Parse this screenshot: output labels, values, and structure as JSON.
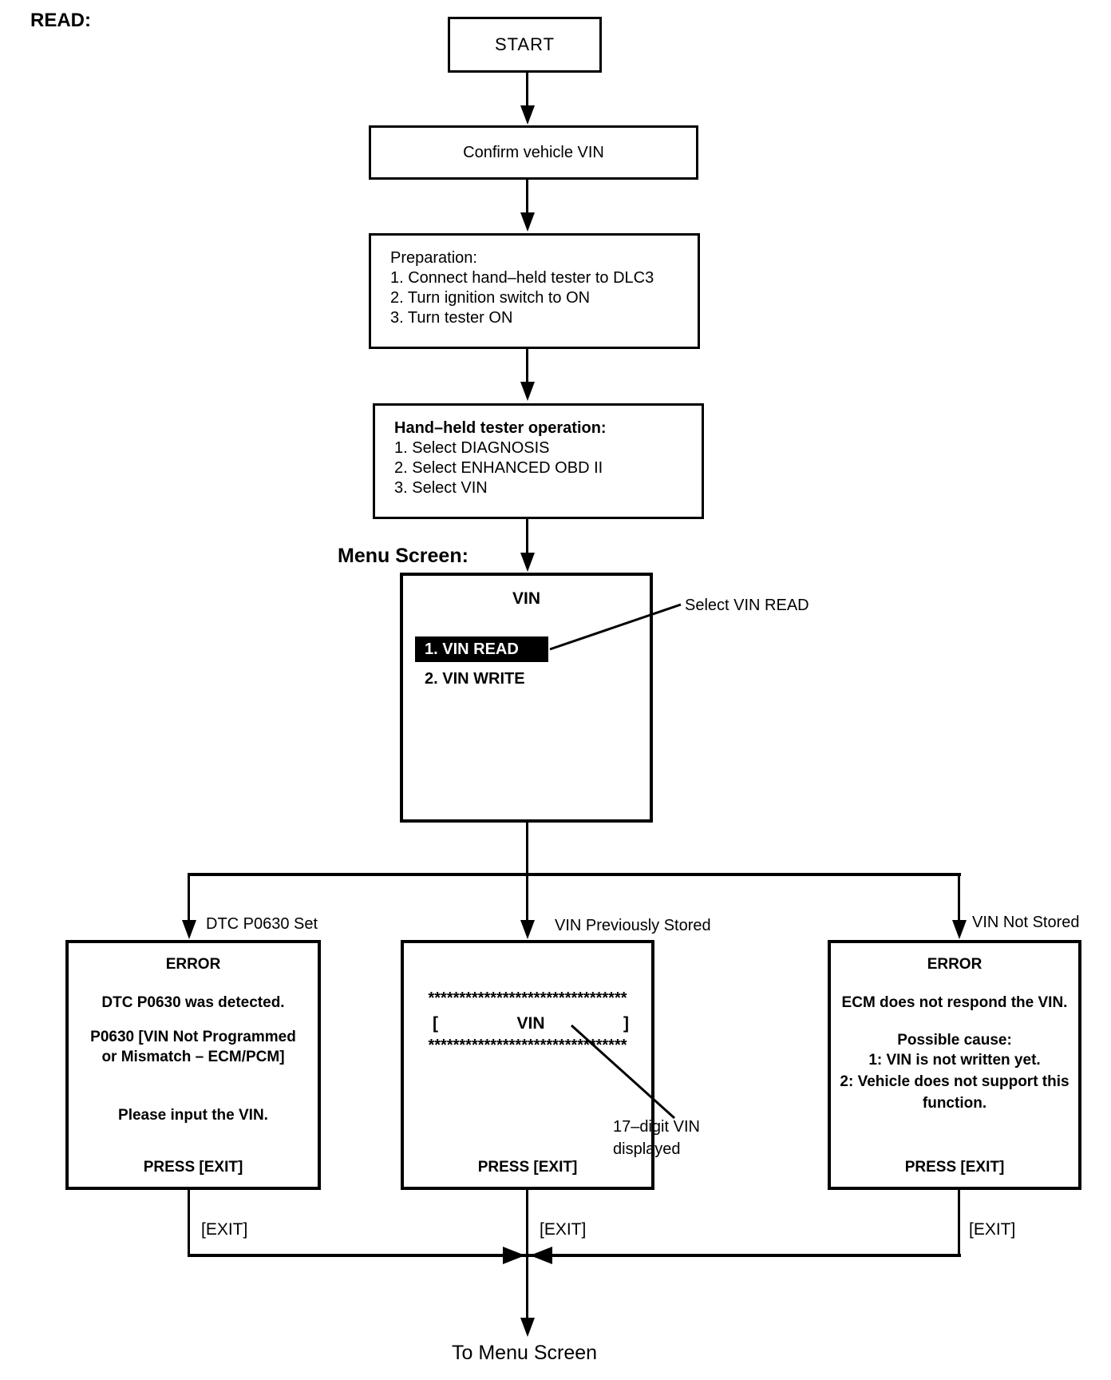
{
  "labels": {
    "read": "READ:",
    "menu_screen": "Menu Screen:",
    "select_vin_read": "Select VIN READ",
    "dtc_set": "DTC P0630 Set",
    "vin_prev_stored": "VIN Previously Stored",
    "vin_not_stored": "VIN Not Stored",
    "exit_left": "[EXIT]",
    "exit_center": "[EXIT]",
    "exit_right": "[EXIT]",
    "vin_annotation_1": "17–digit VIN",
    "vin_annotation_2": "displayed",
    "to_menu_screen": "To Menu Screen"
  },
  "boxes": {
    "start": "START",
    "confirm": "Confirm vehicle VIN",
    "preparation": {
      "title": "Preparation:",
      "items": [
        "1. Connect hand–held tester to DLC3",
        "2. Turn ignition switch to ON",
        "3. Turn tester ON"
      ]
    },
    "tester": {
      "title": "Hand–held tester operation:",
      "items": [
        "1. Select DIAGNOSIS",
        "2. Select ENHANCED OBD II",
        "3. Select VIN"
      ]
    },
    "menu": {
      "title": "VIN",
      "selected_item": "1. VIN READ",
      "item2": "2. VIN WRITE"
    },
    "error_dtc": {
      "title": "ERROR",
      "line1": "DTC P0630 was detected.",
      "line2": "P0630  [VIN Not Programmed",
      "line3": "or Mismatch – ECM/PCM]",
      "line4": "Please input the VIN.",
      "press": "PRESS [EXIT]"
    },
    "vin_display": {
      "stars_top": "********************************",
      "bracket_open": "[",
      "vin": "VIN",
      "bracket_close": "]",
      "stars_bottom": "********************************",
      "press": "PRESS [EXIT]"
    },
    "error_ecm": {
      "title": "ERROR",
      "line1": "ECM does not respond the VIN.",
      "cause_title": "Possible cause:",
      "cause1": "1: VIN is not written yet.",
      "cause2": "2: Vehicle does not support this",
      "cause2b": "function.",
      "press": "PRESS [EXIT]"
    }
  }
}
